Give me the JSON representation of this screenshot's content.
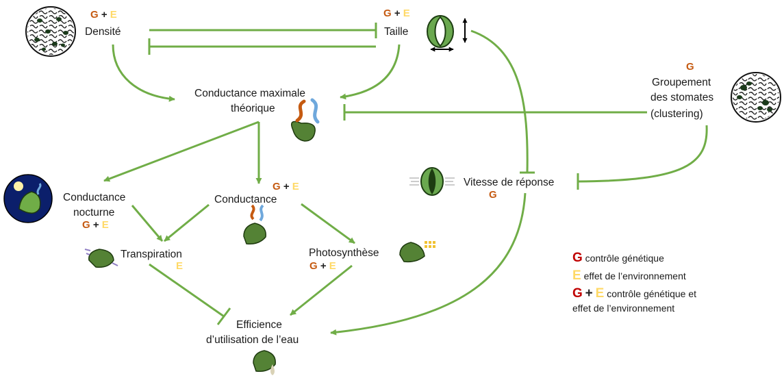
{
  "legend_colors": {
    "genetic": "#c55a11",
    "environment": "#ffd966",
    "arrow": "#70ad47",
    "legend_g": "#c00000"
  },
  "nodes": {
    "densite": {
      "label": "Densité",
      "g": "G",
      "plus": "+",
      "e": "E"
    },
    "taille": {
      "label": "Taille",
      "g": "G",
      "plus": "+",
      "e": "E"
    },
    "conductance_max": {
      "line1": "Conductance maximale",
      "line2": "théorique"
    },
    "groupement": {
      "g": "G",
      "line1": "Groupement",
      "line2": "des stomates",
      "line3": "(clustering)"
    },
    "vitesse": {
      "label": "Vitesse de réponse",
      "g": "G"
    },
    "conductance_nocturne": {
      "line1": "Conductance",
      "line2": "nocturne",
      "g": "G",
      "plus": "+",
      "e": "E"
    },
    "conductance": {
      "label": "Conductance",
      "g": "G",
      "plus": "+",
      "e": "E"
    },
    "transpiration": {
      "label": "Transpiration",
      "e": "E"
    },
    "photosynthese": {
      "label": "Photosynthèse",
      "g": "G",
      "plus": "+",
      "e": "E"
    },
    "efficience": {
      "line1": "Efficience",
      "line2": "d’utilisation de l’eau"
    }
  },
  "legend": [
    {
      "g": "G",
      "text": "contrôle génétique"
    },
    {
      "e": "E",
      "text": "effet de l’environnement"
    },
    {
      "g": "G",
      "plus": "+",
      "e": "E",
      "text": "contrôle génétique et",
      "text2": "effet de l’environnement"
    }
  ],
  "icons": [
    "stomata-density-icon",
    "guard-cell-size-icon",
    "water-vapor-leaf-icon",
    "stomata-cluster-icon",
    "stomata-response-icon",
    "night-leaf-icon",
    "transpiring-leaf-icon",
    "photosynthesis-leaf-icon",
    "water-drop-leaf-icon"
  ]
}
